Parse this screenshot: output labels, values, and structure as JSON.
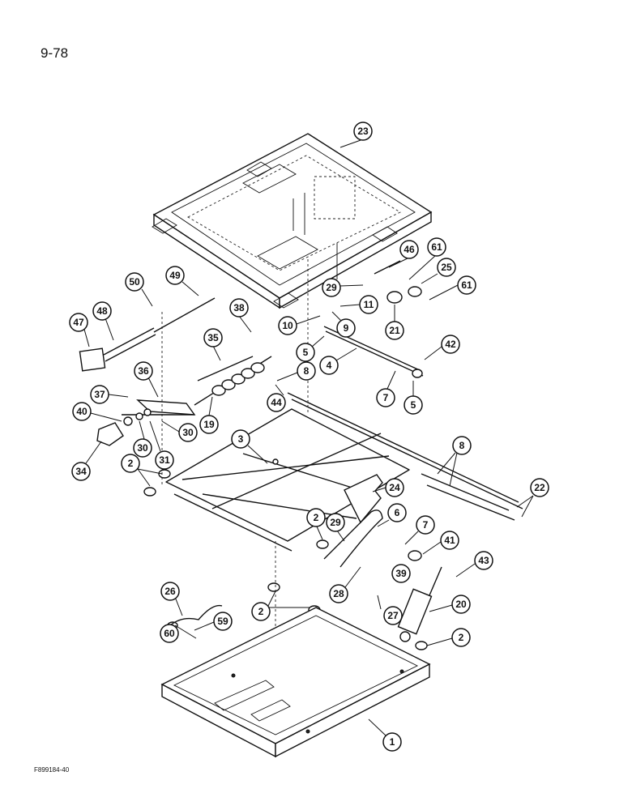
{
  "page_number": "9-78",
  "figure_code": "F899184-40",
  "callouts": [
    "23",
    "46",
    "61",
    "25",
    "61",
    "50",
    "49",
    "29",
    "11",
    "21",
    "47",
    "48",
    "38",
    "10",
    "9",
    "35",
    "5",
    "4",
    "42",
    "36",
    "8",
    "37",
    "44",
    "7",
    "5",
    "40",
    "30",
    "19",
    "31",
    "30",
    "34",
    "3",
    "8",
    "2",
    "24",
    "22",
    "6",
    "7",
    "2",
    "29",
    "41",
    "43",
    "39",
    "26",
    "28",
    "20",
    "59",
    "2",
    "27",
    "2",
    "60",
    "1"
  ]
}
